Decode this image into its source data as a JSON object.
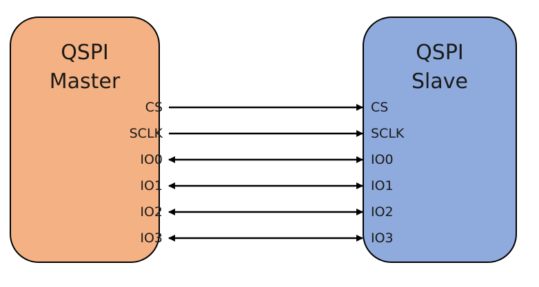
{
  "master": {
    "title_line1": "QSPI",
    "title_line2": "Master",
    "color": "#f4b183"
  },
  "slave": {
    "title_line1": "QSPI",
    "title_line2": "Slave",
    "color": "#8faadc"
  },
  "signals": [
    {
      "name": "CS",
      "direction": "master-to-slave"
    },
    {
      "name": "SCLK",
      "direction": "master-to-slave"
    },
    {
      "name": "IO0",
      "direction": "bidirectional"
    },
    {
      "name": "IO1",
      "direction": "bidirectional"
    },
    {
      "name": "IO2",
      "direction": "bidirectional"
    },
    {
      "name": "IO3",
      "direction": "bidirectional"
    }
  ]
}
